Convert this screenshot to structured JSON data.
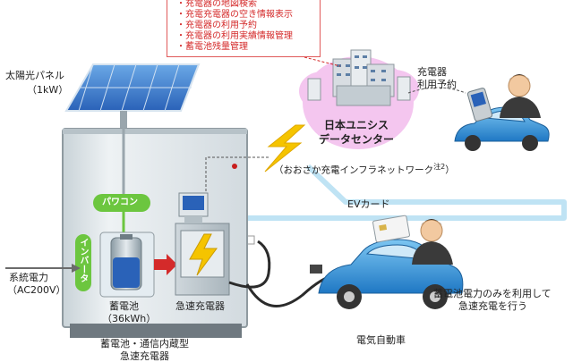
{
  "features": [
    "充電器の地図検索",
    "充電充電器の空き情報表示",
    "充電器の利用予約",
    "充電器の利用実績情報管理",
    "蓄電池残量管理"
  ],
  "solar_panel": {
    "label": "太陽光パネル",
    "capacity": "（1kW）"
  },
  "datacenter": {
    "line1": "日本ユニシス",
    "line2": "データセンター"
  },
  "reservation_label": {
    "line1": "充電器",
    "line2": "利用予約"
  },
  "network": {
    "label": "（おおさか充電インフラネットワーク",
    "footnote": "注2",
    "close": "）"
  },
  "ev_card": "EVカード",
  "power_conditioner": "パワコン",
  "inverter": "インバータ",
  "battery": {
    "label": "蓄電池",
    "capacity": "（36kWh）"
  },
  "quick_charger": "急速充電器",
  "grid_power": {
    "line1": "系統電力",
    "line2": "（AC200V）"
  },
  "cabinet_caption": {
    "line1": "蓄電池・通信内蔵型",
    "line2": "急速充電器"
  },
  "user_note": {
    "line1": "蓄電池電力のみを利用して",
    "line2": "急速充電を行う"
  },
  "ev_label": "電気自動車",
  "colors": {
    "red": "#d42a2a",
    "cabinet": "#e6ecef",
    "cable": "#9fd5ee",
    "accent_green": "#6cc63f",
    "car_blue": "#2e8fd6",
    "bolt": "#f5c400"
  }
}
